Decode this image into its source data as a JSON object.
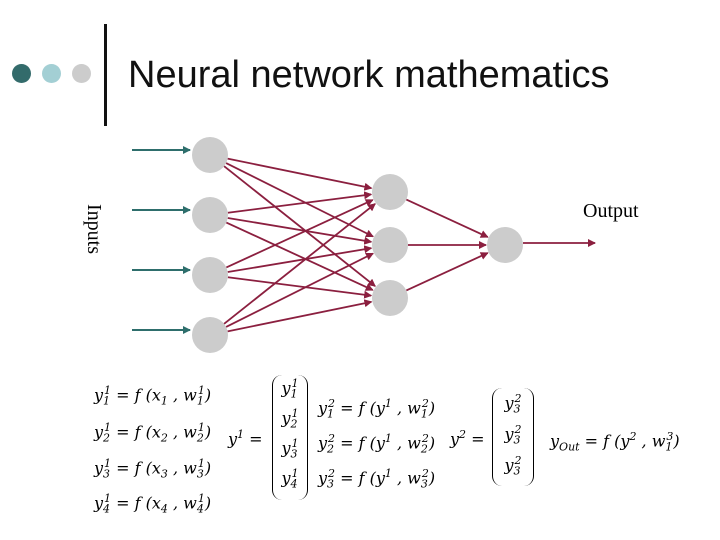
{
  "header": {
    "title": "Neural network mathematics",
    "bullet_colors": [
      "#336b6b",
      "#a3cfd4",
      "#cccccc"
    ]
  },
  "labels": {
    "inputs": "Inputs",
    "output": "Output"
  },
  "colors": {
    "input_arrow": "#2e6e6c",
    "connection": "#8b1f3f",
    "node": "#cccccc"
  },
  "network": {
    "layer_sizes": [
      4,
      3,
      1
    ],
    "inputs": 4
  },
  "equations": {
    "layer1": [
      {
        "y": "y",
        "sub": "1",
        "sup": "1",
        "x": "x",
        "xsub": "1",
        "wsub": "1",
        "wsup": "1"
      },
      {
        "y": "y",
        "sub": "2",
        "sup": "1",
        "x": "x",
        "xsub": "2",
        "wsub": "2",
        "wsup": "1"
      },
      {
        "y": "y",
        "sub": "3",
        "sup": "1",
        "x": "x",
        "xsub": "3",
        "wsub": "3",
        "wsup": "1"
      },
      {
        "y": "y",
        "sub": "4",
        "sup": "1",
        "x": "x",
        "xsub": "4",
        "wsub": "4",
        "wsup": "1"
      }
    ],
    "layer2": [
      {
        "sub": "1",
        "sup": "2",
        "wsub": "1",
        "wsup": "2"
      },
      {
        "sub": "2",
        "sup": "2",
        "wsub": "2",
        "wsup": "2"
      },
      {
        "sub": "3",
        "sup": "2",
        "wsub": "3",
        "wsup": "2"
      }
    ],
    "output": {
      "y": "y",
      "sub": "Out",
      "wsub": "1",
      "wsup": "3"
    }
  }
}
